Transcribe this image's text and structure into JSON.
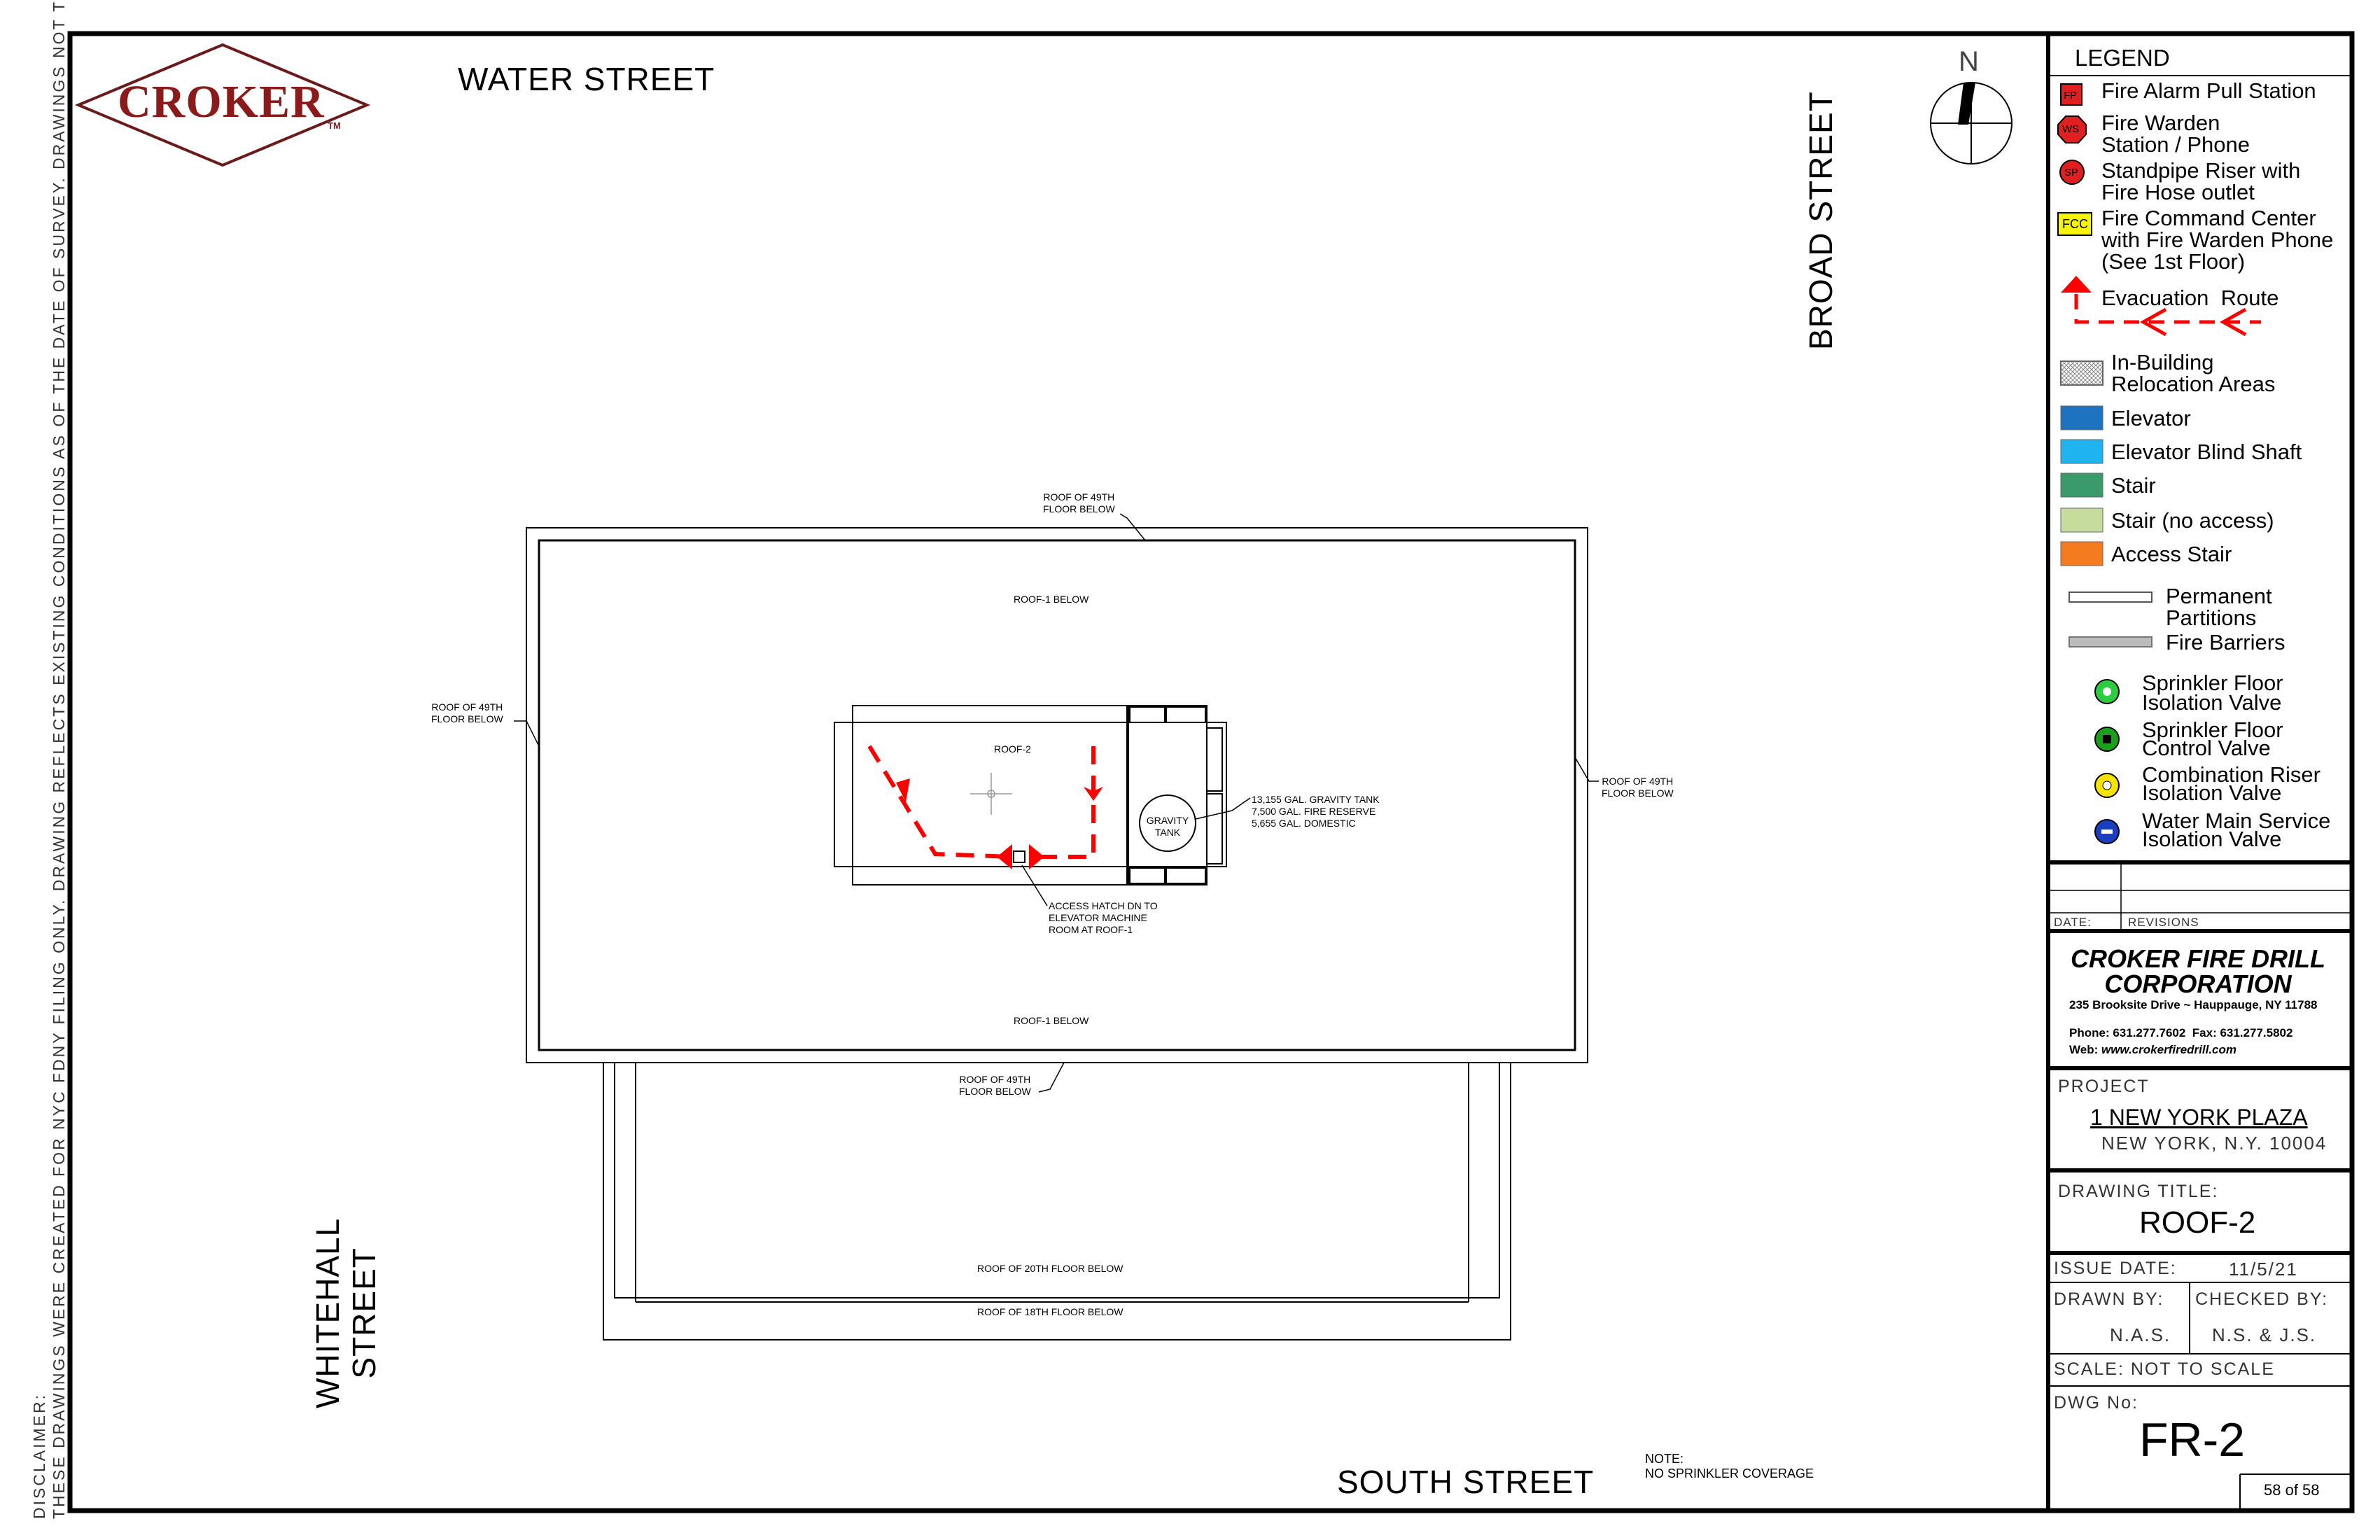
{
  "disclaimer": {
    "title": "DISCLAIMER:",
    "text": "THESE DRAWINGS WERE CREATED FOR NYC FDNY FILING ONLY. DRAWING REFLECTS EXISTING CONDITIONS AS OF THE DATE OF SURVEY. DRAWINGS NOT TO SCALE."
  },
  "logo": {
    "text": "CROKER",
    "tm": "TM",
    "color": "#8b1a1a"
  },
  "streets": {
    "north": "WATER STREET",
    "east": "BROAD STREET",
    "south": "SOUTH STREET",
    "west_line1": "WHITEHALL",
    "west_line2": "STREET"
  },
  "compass": {
    "label": "N"
  },
  "plan_labels": {
    "roof49_top": [
      "ROOF OF 49TH",
      "FLOOR BELOW"
    ],
    "roof49_left": [
      "ROOF OF 49TH",
      "FLOOR BELOW"
    ],
    "roof49_right": [
      "ROOF OF 49TH",
      "FLOOR BELOW"
    ],
    "roof49_bottom": [
      "ROOF OF 49TH",
      "FLOOR BELOW"
    ],
    "roof1_top": "ROOF-1 BELOW",
    "roof1_bottom": "ROOF-1 BELOW",
    "roof2": "ROOF-2",
    "gravity_tank": [
      "GRAVITY",
      "TANK"
    ],
    "tank_note": [
      "13,155 GAL. GRAVITY TANK",
      "7,500 GAL. FIRE RESERVE",
      "5,655 GAL. DOMESTIC"
    ],
    "hatch_note": [
      "ACCESS HATCH DN TO",
      "ELEVATOR MACHINE",
      "ROOM AT ROOF-1"
    ],
    "roof20": "ROOF OF 20TH FLOOR BELOW",
    "roof18": "ROOF OF 18TH FLOOR BELOW"
  },
  "note": {
    "title": "NOTE:",
    "text": "NO SPRINKLER COVERAGE"
  },
  "legend": {
    "title": "LEGEND",
    "fp": {
      "icon": "FP",
      "lines": [
        "Fire Alarm Pull Station"
      ]
    },
    "ws": {
      "icon": "WS",
      "lines": [
        "Fire Warden",
        "Station / Phone"
      ]
    },
    "sp": {
      "icon": "SP",
      "lines": [
        "Standpipe Riser with",
        "Fire Hose outlet"
      ]
    },
    "fcc": {
      "icon": "FCC",
      "lines": [
        "Fire Command Center",
        "with Fire Warden Phone",
        "(See 1st Floor)"
      ]
    },
    "evac": {
      "lines": [
        "Evacuation  Route"
      ]
    },
    "relocation": {
      "lines": [
        "In-Building",
        "Relocation Areas"
      ]
    },
    "elevator": {
      "label": "Elevator",
      "color": "#1e73be"
    },
    "blind_shaft": {
      "label": "Elevator Blind Shaft",
      "color": "#1fb3f0"
    },
    "stair": {
      "label": "Stair",
      "color": "#3a9a6a"
    },
    "stair_no_access": {
      "label": "Stair (no access)",
      "color": "#c5dc9c"
    },
    "access_stair": {
      "label": "Access Stair",
      "color": "#f47b20"
    },
    "partitions": {
      "lines": [
        "Permanent",
        "Partitions"
      ]
    },
    "barriers": {
      "label": "Fire Barriers"
    },
    "sfiv": {
      "lines": [
        "Sprinkler Floor",
        "Isolation Valve"
      ],
      "color": "#2ecc40"
    },
    "sfcv": {
      "lines": [
        "Sprinkler Floor",
        "Control Valve"
      ],
      "color": "#1aa01a"
    },
    "criv": {
      "lines": [
        "Combination Riser",
        "Isolation Valve"
      ],
      "color": "#f5e400"
    },
    "wmsv": {
      "lines": [
        "Water Main Service",
        "Isolation Valve"
      ],
      "color": "#1a3fbf"
    }
  },
  "title_block": {
    "date_label": "DATE:",
    "revisions_label": "REVISIONS",
    "company": [
      "CROKER FIRE DRILL",
      "CORPORATION"
    ],
    "address": "235 Brooksite Drive ~ Hauppauge, NY 11788",
    "phone": "Phone: 631.277.7602  Fax: 631.277.5802",
    "web_label": "Web: ",
    "web": "www.crokerfiredrill.com",
    "project_label": "PROJECT",
    "project_name": "1 NEW YORK PLAZA",
    "project_city": "NEW YORK, N.Y. 10004",
    "drawing_title_label": "DRAWING TITLE:",
    "drawing_title": "ROOF-2",
    "issue_date_label": "ISSUE DATE:",
    "issue_date": "11/5/21",
    "drawn_by_label": "DRAWN BY:",
    "drawn_by": "N.A.S.",
    "checked_by_label": "CHECKED BY:",
    "checked_by": "N.S. & J.S.",
    "scale_label": "SCALE: NOT TO SCALE",
    "dwg_no_label": "DWG No:",
    "dwg_no": "FR-2",
    "sheet": "58 of 58"
  },
  "colors": {
    "evac_red": "#ff0000",
    "border": "#000000"
  }
}
